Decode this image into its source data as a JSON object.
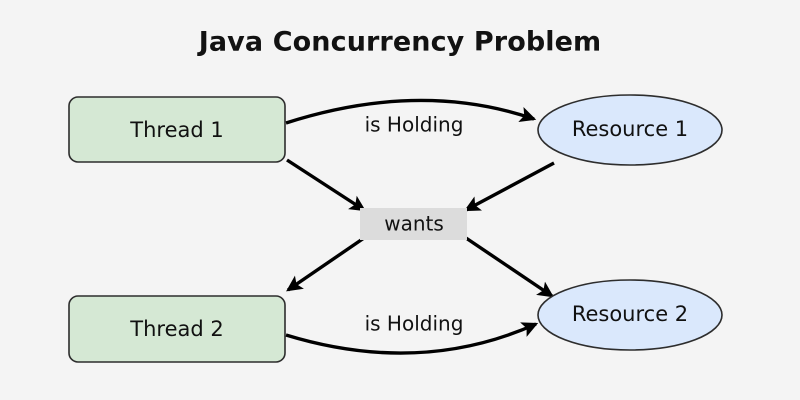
{
  "diagram": {
    "title": "Java Concurrency Problem",
    "background_color": "#f4f4f4",
    "nodes": {
      "thread1": {
        "label": "Thread 1",
        "shape": "rounded-rect",
        "fill": "#d5e8d4",
        "stroke": "#2d2d2d"
      },
      "thread2": {
        "label": "Thread 2",
        "shape": "rounded-rect",
        "fill": "#d5e8d4",
        "stroke": "#2d2d2d"
      },
      "resource1": {
        "label": "Resource 1",
        "shape": "ellipse",
        "fill": "#dae8fc",
        "stroke": "#2d2d2d"
      },
      "resource2": {
        "label": "Resource 2",
        "shape": "ellipse",
        "fill": "#dae8fc",
        "stroke": "#2d2d2d"
      },
      "wants": {
        "label": "wants",
        "shape": "rect",
        "fill": "#dcdcdc",
        "stroke": "none"
      }
    },
    "edges": [
      {
        "id": "t1-holds-r1",
        "from": "thread1",
        "to": "resource1",
        "label": "is Holding",
        "style": "curved"
      },
      {
        "id": "t1-wants",
        "from": "thread1",
        "to": "wants",
        "label": "",
        "style": "straight"
      },
      {
        "id": "r1-wants",
        "from": "resource1",
        "to": "wants",
        "label": "",
        "style": "straight"
      },
      {
        "id": "wants-t2",
        "from": "wants",
        "to": "thread2",
        "label": "",
        "style": "straight"
      },
      {
        "id": "wants-r2",
        "from": "wants",
        "to": "resource2",
        "label": "",
        "style": "straight"
      },
      {
        "id": "t2-holds-r2",
        "from": "thread2",
        "to": "resource2",
        "label": "is Holding",
        "style": "curved"
      }
    ],
    "edge_labels": {
      "top_holding": "is Holding",
      "bottom_holding": "is Holding"
    }
  }
}
